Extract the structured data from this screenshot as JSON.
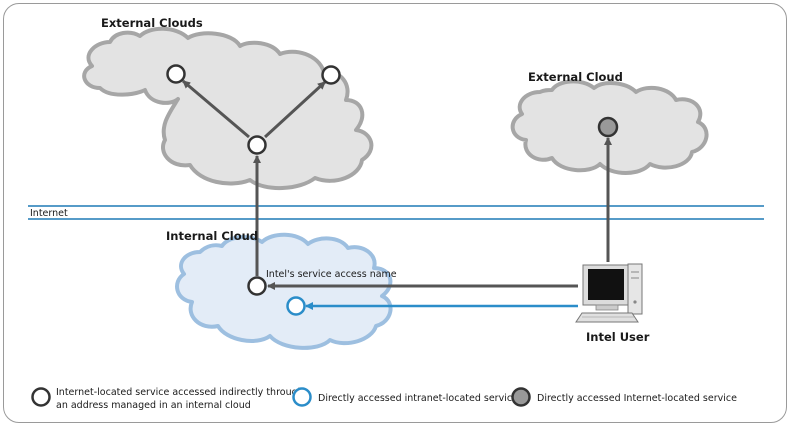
{
  "labels": {
    "external_clouds": "External Clouds",
    "external_cloud": "External Cloud",
    "internet": "Internet",
    "internal_cloud": "Internal Cloud",
    "service_access_name": "Intel's service access name",
    "intel_user": "Intel User"
  },
  "legend": {
    "item1_line1": "Internet-located service accessed indirectly through",
    "item1_line2": "an address managed in an internal cloud",
    "item2": "Directly accessed intranet-located service",
    "item3": "Directly accessed Internet-located service"
  },
  "colors": {
    "external_cloud_fill": "#e3e3e3",
    "external_cloud_stroke": "#a6a6a6",
    "internal_cloud_fill": "#e3ecf7",
    "internal_cloud_stroke": "#9dbfe0",
    "internet_line": "#1f7ab5",
    "gray_arrow": "#555555",
    "blue_arrow": "#2b8dc9",
    "gray_node_fill": "#999999"
  }
}
